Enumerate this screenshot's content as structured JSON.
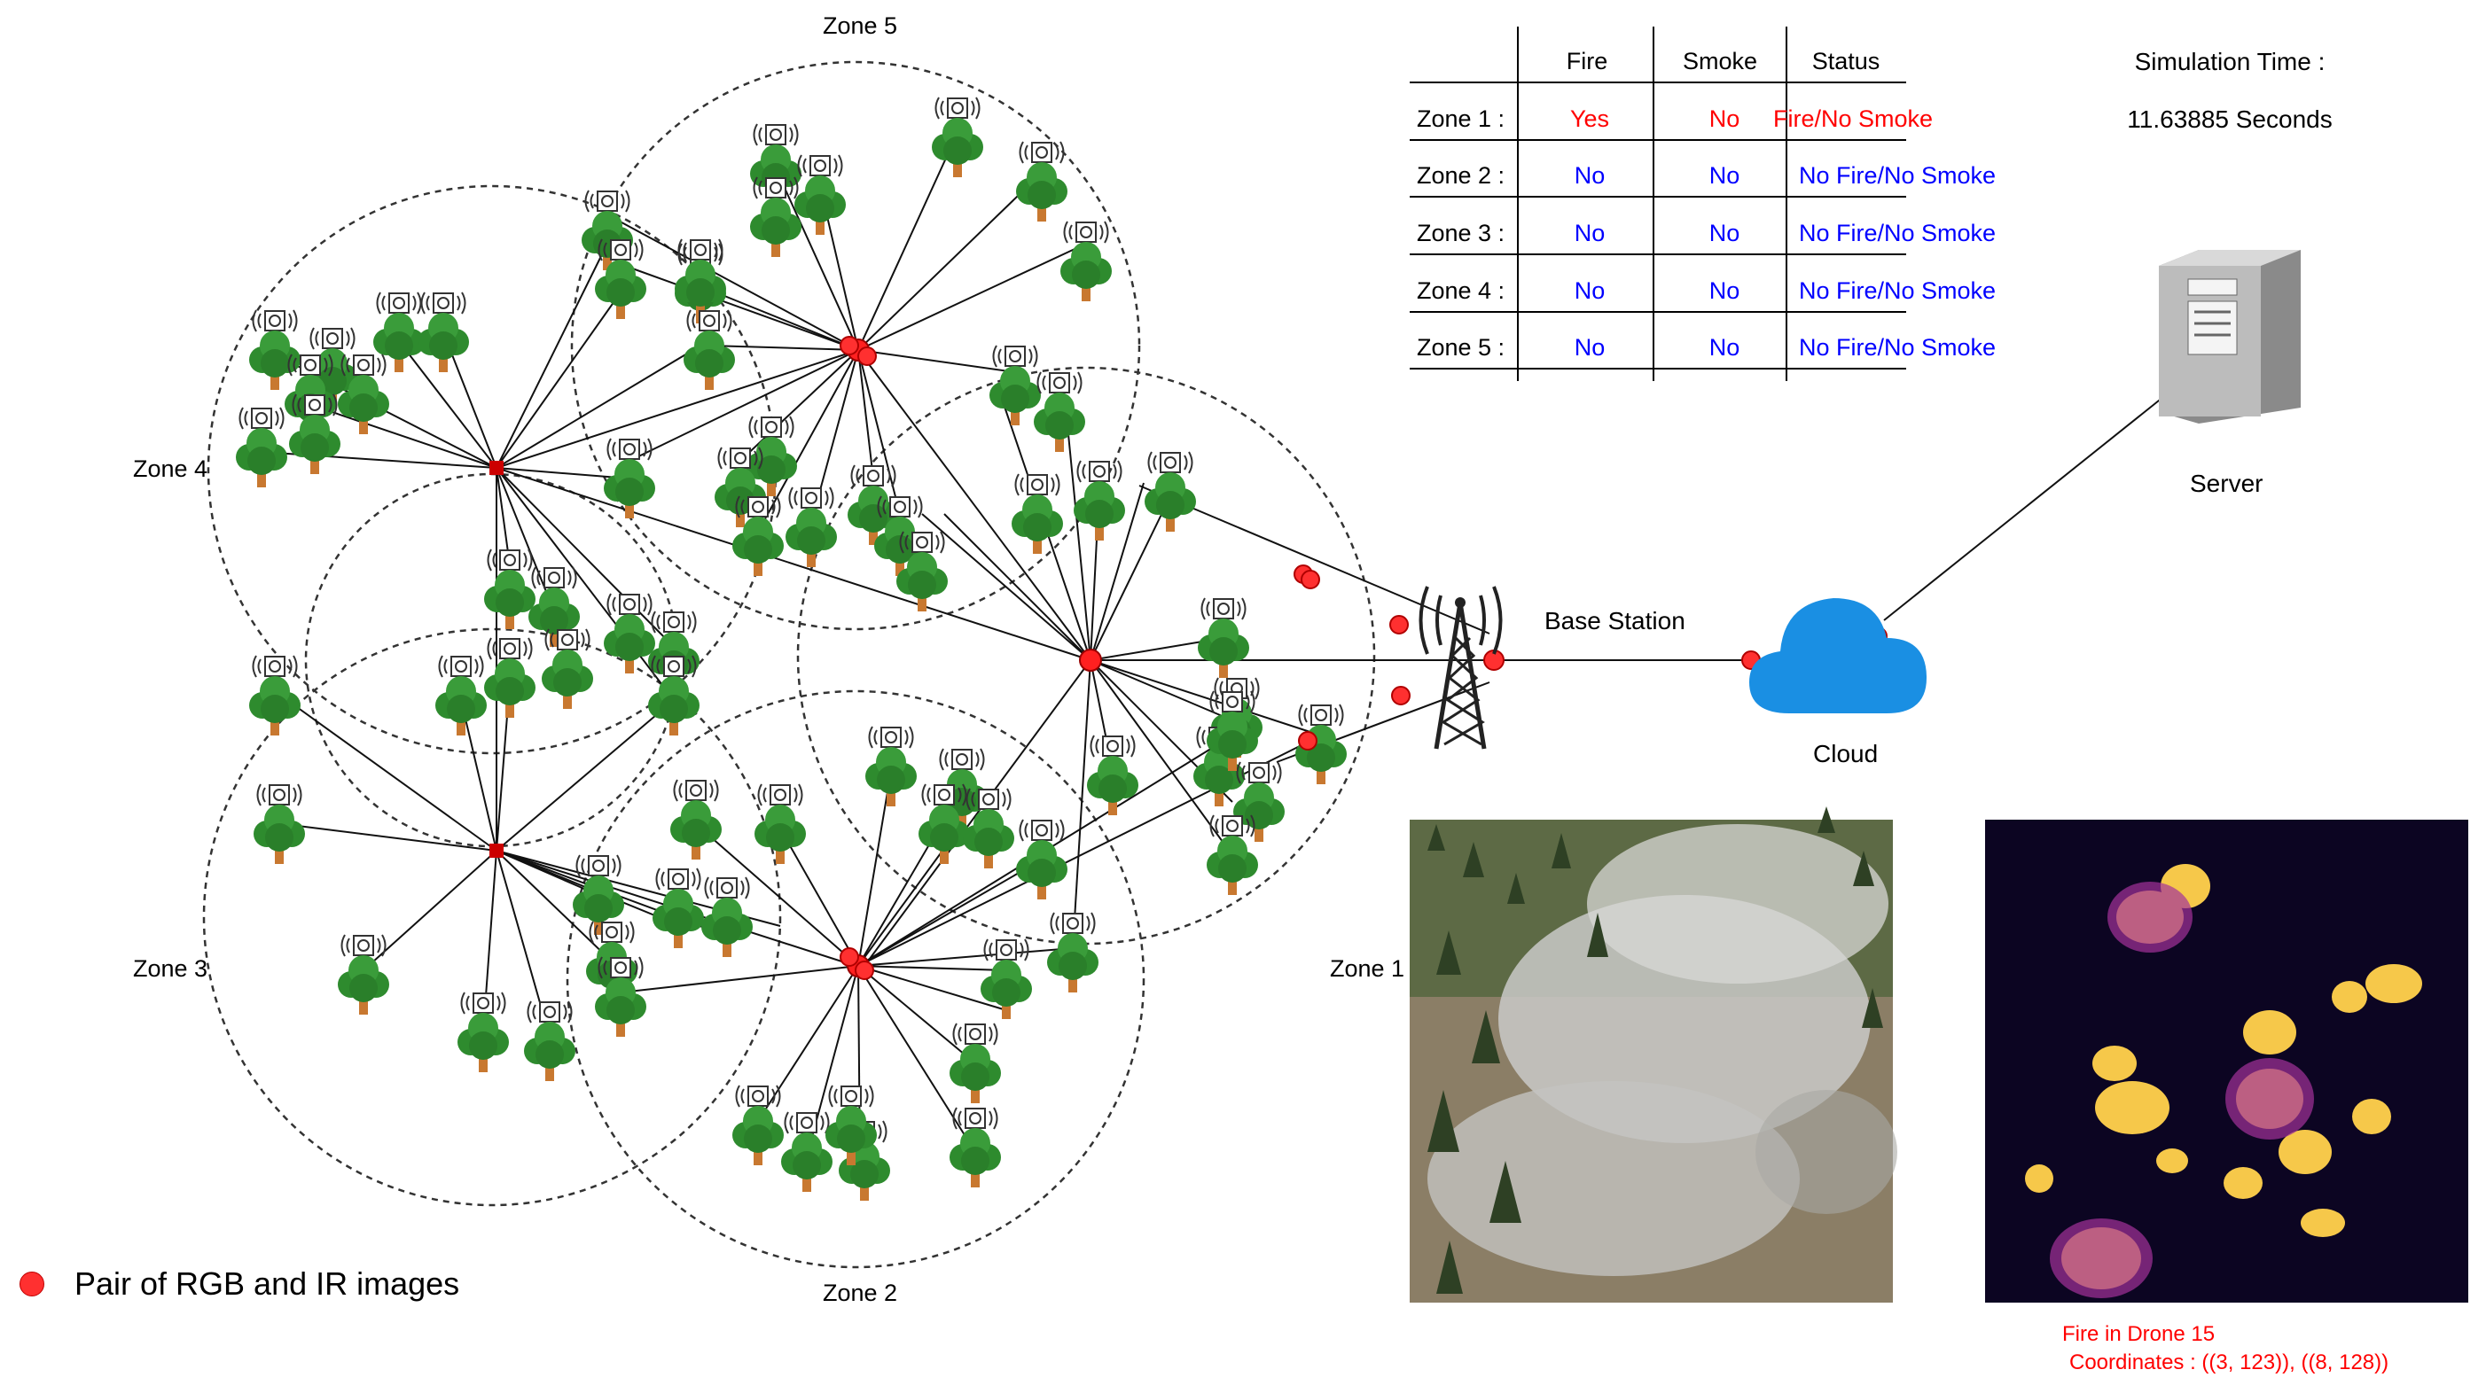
{
  "zones": [
    {
      "label": "Zone 1"
    },
    {
      "label": "Zone 2"
    },
    {
      "label": "Zone 3"
    },
    {
      "label": "Zone 4"
    },
    {
      "label": "Zone 5"
    }
  ],
  "base_station": {
    "label": "Base Station",
    "icon": "antenna-tower-icon"
  },
  "cloud": {
    "label": "Cloud",
    "icon": "cloud-icon"
  },
  "server": {
    "label": "Server",
    "icon": "server-icon"
  },
  "status_table": {
    "headers": [
      "Fire",
      "Smoke",
      "Status"
    ],
    "rows": [
      {
        "zone": "Zone 1 :",
        "fire": "Yes",
        "smoke": "No",
        "status": "Fire/No Smoke",
        "alert": true
      },
      {
        "zone": "Zone 2 :",
        "fire": "No",
        "smoke": "No",
        "status": "No Fire/No Smoke",
        "alert": false
      },
      {
        "zone": "Zone 3 :",
        "fire": "No",
        "smoke": "No",
        "status": "No Fire/No Smoke",
        "alert": false
      },
      {
        "zone": "Zone 4 :",
        "fire": "No",
        "smoke": "No",
        "status": "No Fire/No Smoke",
        "alert": false
      },
      {
        "zone": "Zone 5 :",
        "fire": "No",
        "smoke": "No",
        "status": "No Fire/No Smoke",
        "alert": false
      }
    ]
  },
  "simulation": {
    "label": "Simulation Time :",
    "value": "11.63885 Seconds"
  },
  "legend": {
    "label": "Pair of RGB and IR images",
    "color": "#ff3030"
  },
  "drone_report": {
    "line1": "Fire in Drone 15",
    "line2": "Coordinates : ((3, 123)), ((8, 128))"
  },
  "colors": {
    "alert": "#ff0000",
    "normal": "#0000ff",
    "tree": "#2e8b2e",
    "trunk": "#c87830",
    "packet": "#ff3030"
  }
}
